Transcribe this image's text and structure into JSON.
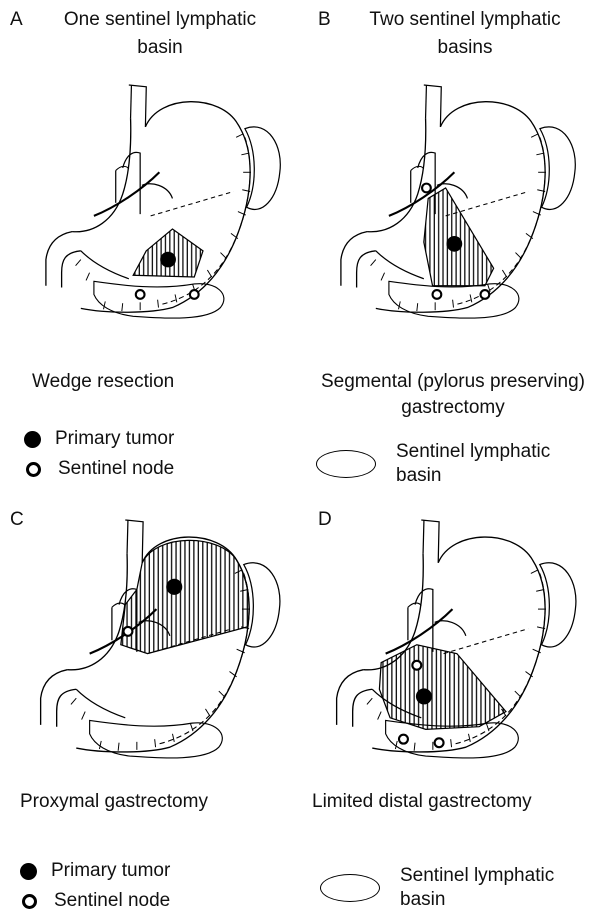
{
  "panels": [
    {
      "letter": "A",
      "title_line1": "One sentinel lymphatic",
      "title_line2": "basin",
      "caption": "Wedge resection"
    },
    {
      "letter": "B",
      "title_line1": "Two sentinel lymphatic",
      "title_line2": "basins",
      "caption_line1": "Segmental (pylorus preserving)",
      "caption_line2": "gastrectomy"
    },
    {
      "letter": "C",
      "caption": "Proxymal gastrectomy"
    },
    {
      "letter": "D",
      "caption": "Limited distal gastrectomy"
    }
  ],
  "legend_top": {
    "primary_tumor": "Primary tumor",
    "sentinel_node": "Sentinel node",
    "basin_line1": "Sentinel lymphatic",
    "basin_line2": "basin"
  },
  "legend_bottom": {
    "primary_tumor": "Primary tumor",
    "sentinel_node": "Sentinel node",
    "basin_line1": "Sentinel lymphatic",
    "basin_line2": "basin"
  }
}
